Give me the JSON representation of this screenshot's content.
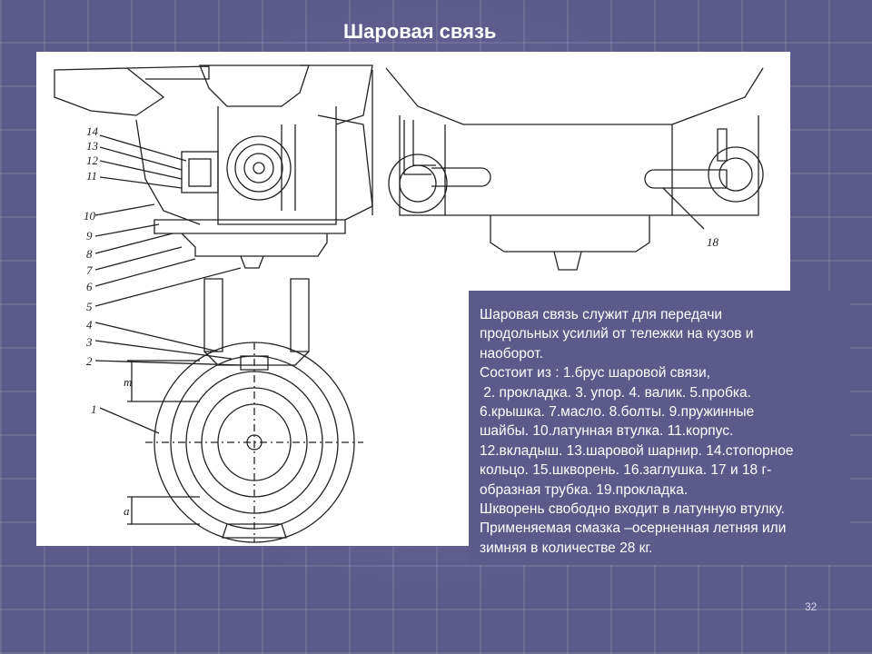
{
  "slide": {
    "title": "Шаровая связь",
    "number": "32"
  },
  "description": {
    "lines": [
      "Шаровая связь служит для передачи",
      "продольных усилий от тележки на кузов и",
      "наоборот.",
      "Состоит из : 1.брус шаровой связи,",
      " 2. прокладка. 3. упор. 4. валик. 5.пробка.",
      "6.крышка. 7.масло. 8.болты. 9.пружинные",
      "шайбы. 10.латунная втулка. 11.корпус.",
      "12.вкладыш. 13.шаровой шарнир. 14.стопорное",
      "кольцо. 15.шкворень. 16.заглушка. 17 и 18 г-",
      "образная трубка. 19.прокладка.",
      "Шкворень свободно входит в латунную втулку.",
      "Применяемая смазка –осерненная летняя или",
      "зимняя в количестве 28 кг."
    ]
  },
  "drawing": {
    "callouts": [
      "14",
      "13",
      "12",
      "11",
      "10",
      "9",
      "8",
      "7",
      "6",
      "5",
      "4",
      "3",
      "2",
      "1",
      "18"
    ],
    "dimension_labels": [
      "m",
      "a"
    ]
  }
}
